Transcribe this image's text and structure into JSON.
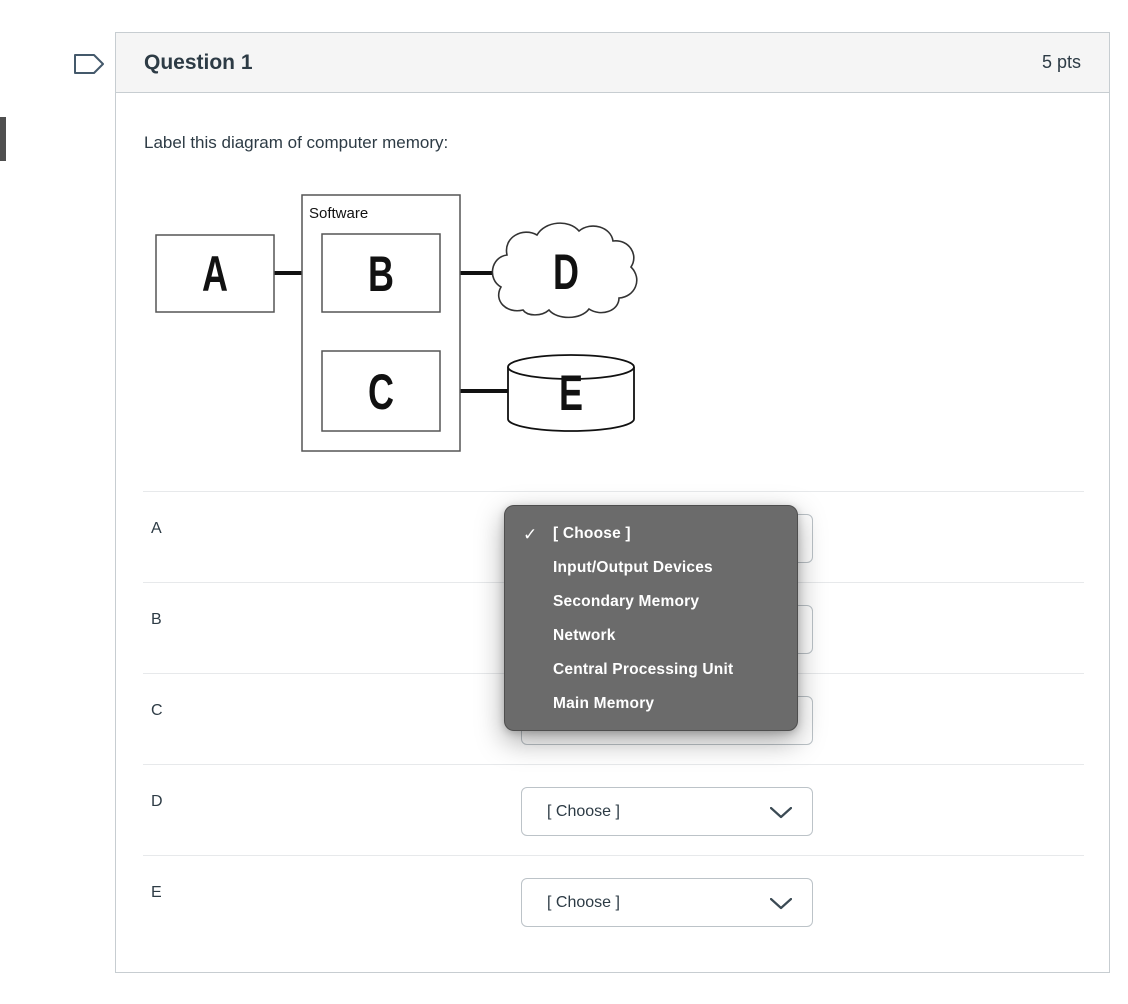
{
  "header": {
    "title": "Question 1",
    "points": "5 pts"
  },
  "prompt": "Label this diagram of computer memory:",
  "diagram": {
    "group_label": "Software",
    "node_a": "A",
    "node_b": "B",
    "node_c": "C",
    "node_d": "D",
    "node_e": "E"
  },
  "rows": [
    {
      "label": "A",
      "value": "[ Choose ]"
    },
    {
      "label": "B",
      "value": "[ Choose ]"
    },
    {
      "label": "C",
      "value": "[ Choose ]"
    },
    {
      "label": "D",
      "value": "[ Choose ]"
    },
    {
      "label": "E",
      "value": "[ Choose ]"
    }
  ],
  "menu": {
    "checkmark": "✓",
    "selected_index": 0,
    "items": [
      {
        "label": "[ Choose ]"
      },
      {
        "label": "Input/Output Devices"
      },
      {
        "label": "Secondary Memory"
      },
      {
        "label": "Network"
      },
      {
        "label": "Central Processing Unit"
      },
      {
        "label": "Main Memory"
      }
    ]
  },
  "colors": {
    "text": "#2D3B45",
    "card_border": "#C7CDD1",
    "header_bg": "#F5F5F5",
    "divider": "#E7E9EB",
    "select_border": "#BCC3C8",
    "menu_bg": "#6B6B6B",
    "menu_text": "#FFFFFF"
  }
}
